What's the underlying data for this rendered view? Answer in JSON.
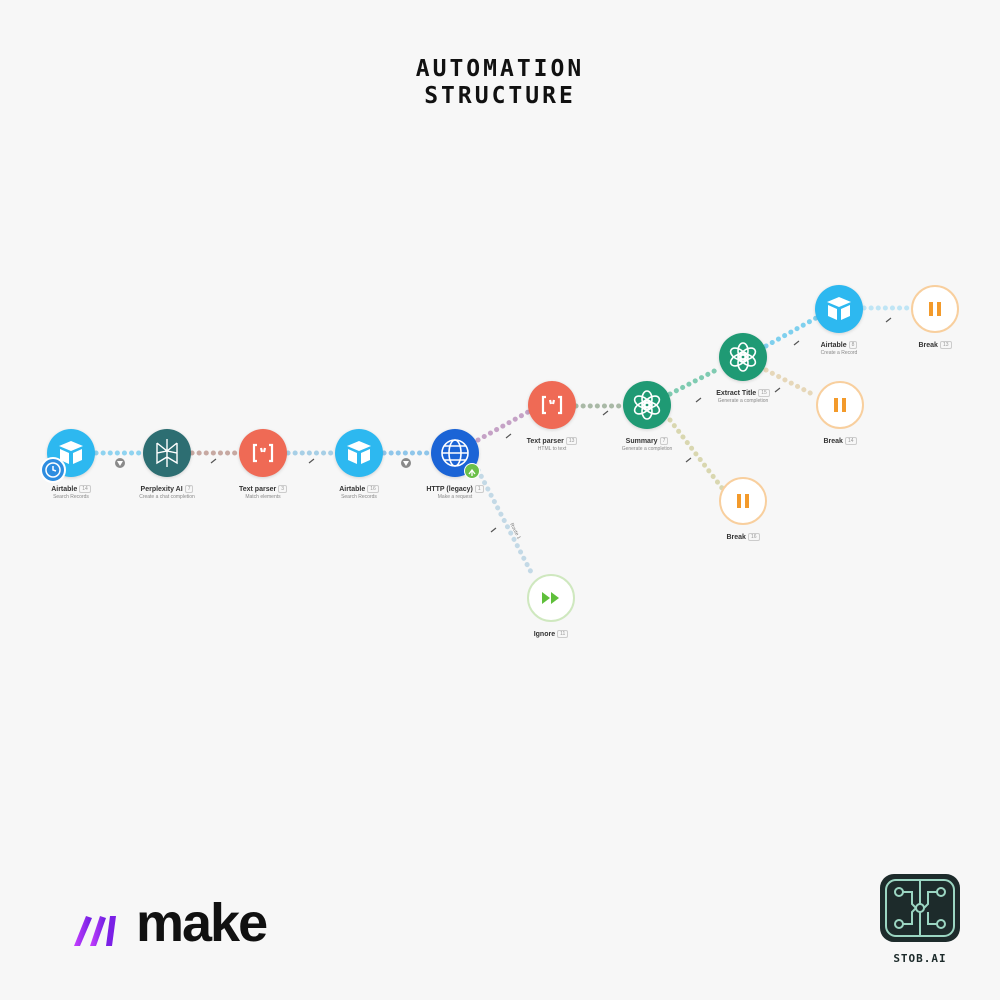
{
  "title": {
    "line1": "AUTOMATION",
    "line2": "STRUCTURE"
  },
  "colors": {
    "airtable": "#2db8f0",
    "perplexity": "#2d6e72",
    "text_parser": "#ef6a55",
    "http": "#1b64d6",
    "openai": "#1f9a74",
    "break": "#f39a2b",
    "ignore": "#5fbf3a"
  },
  "modules": [
    {
      "id": "airtable-search-1",
      "name": "Airtable",
      "num": "14",
      "sub": "Search Records",
      "icon": "airtable-icon"
    },
    {
      "id": "perplexity",
      "name": "Perplexity AI",
      "num": "7",
      "sub": "Create a chat completion",
      "icon": "perplexity-icon"
    },
    {
      "id": "text-parser-1",
      "name": "Text parser",
      "num": "3",
      "sub": "Match elements",
      "icon": "brackets-icon"
    },
    {
      "id": "airtable-search-2",
      "name": "Airtable",
      "num": "16",
      "sub": "Search Records",
      "icon": "airtable-icon"
    },
    {
      "id": "http",
      "name": "HTTP (legacy)",
      "num": "1",
      "sub": "Make a request",
      "icon": "globe-icon"
    },
    {
      "id": "text-parser-2",
      "name": "Text parser",
      "num": "13",
      "sub": "HTML to text",
      "icon": "brackets-icon"
    },
    {
      "id": "summary",
      "name": "Summary",
      "num": "7",
      "sub": "Generate a completion",
      "icon": "openai-icon"
    },
    {
      "id": "extract-title",
      "name": "Extract Title",
      "num": "15",
      "sub": "Generate a completion",
      "icon": "openai-icon"
    },
    {
      "id": "airtable-create",
      "name": "Airtable",
      "num": "8",
      "sub": "Create a Record",
      "icon": "airtable-icon"
    },
    {
      "id": "break-1",
      "name": "Break",
      "num": "13",
      "sub": "",
      "icon": "pause-icon"
    },
    {
      "id": "break-2",
      "name": "Break",
      "num": "14",
      "sub": "",
      "icon": "pause-icon"
    },
    {
      "id": "break-3",
      "name": "Break",
      "num": "16",
      "sub": "",
      "icon": "pause-icon"
    },
    {
      "id": "ignore",
      "name": "Ignore",
      "num": "11",
      "sub": "",
      "icon": "fast-forward-icon"
    }
  ],
  "route_label": "Route 1",
  "logo": {
    "make": "make",
    "stob": "STOB.AI"
  }
}
